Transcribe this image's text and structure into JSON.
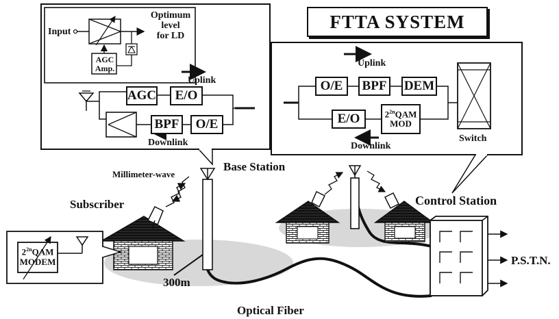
{
  "title": "FTTA SYSTEM",
  "base_station_inset": {
    "agc_detail": {
      "input_label": "Input",
      "output_label_line1": "Optimum",
      "output_label_line2": "level",
      "output_label_line3": "for LD",
      "agc_amp_line1": "AGC",
      "agc_amp_line2": "Amp."
    },
    "uplink_label": "Uplink",
    "downlink_label": "Downlink",
    "blocks": {
      "agc": "AGC",
      "eo": "E/O",
      "bpf": "BPF",
      "oe": "O/E"
    }
  },
  "control_station_inset": {
    "uplink_label": "Uplink",
    "downlink_label": "Downlink",
    "switch_label": "Switch",
    "blocks": {
      "oe": "O/E",
      "bpf": "BPF",
      "dem": "DEM",
      "eo": "E/O",
      "qam_line1": "2",
      "qam_sup": "2n",
      "qam_line1_rest": "QAM",
      "qam_line2": "MOD"
    }
  },
  "subscriber_inset": {
    "qam_prefix": "2",
    "qam_sup": "2n",
    "qam_rest": "QAM",
    "modem_label": "MODEM"
  },
  "labels": {
    "base_station": "Base Station",
    "millimeter_wave": "Millimeter-wave",
    "subscriber": "Subscriber",
    "distance": "300m",
    "control_station": "Control Station",
    "pstn": "P.S.T.N.",
    "optical_fiber": "Optical Fiber"
  }
}
